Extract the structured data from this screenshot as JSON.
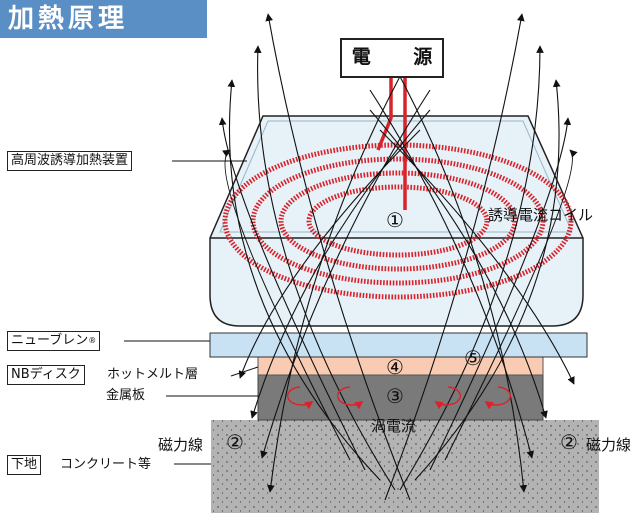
{
  "title": "加熱原理",
  "power_source": "電 源",
  "labels": {
    "device": "高周波誘導加熱装置",
    "coil": "誘導電流コイル",
    "neoprene": "ニューブレン",
    "registered": "®",
    "nb_disk": "NBディスク",
    "hotmelt": "ホットメルト層",
    "metal_plate": "金属板",
    "eddy": "渦電流",
    "flux_left": "磁力線",
    "flux_right": "磁力線",
    "substrate": "下地",
    "concrete": "コンクリート等"
  },
  "numbers": {
    "n1": "①",
    "n2_left": "②",
    "n2_right": "②",
    "n3": "③",
    "n4": "④",
    "n5": "⑤"
  },
  "colors": {
    "title_banner": "#5a8fc6",
    "device_fill": "#e6f1f8",
    "coil": "#d9232b",
    "wire": "#d9232b",
    "neoprene": "#c8e2f4",
    "hotmelt": "#f9cbb2",
    "metal": "#7a7a7a",
    "concrete": "#b3b3b3"
  }
}
